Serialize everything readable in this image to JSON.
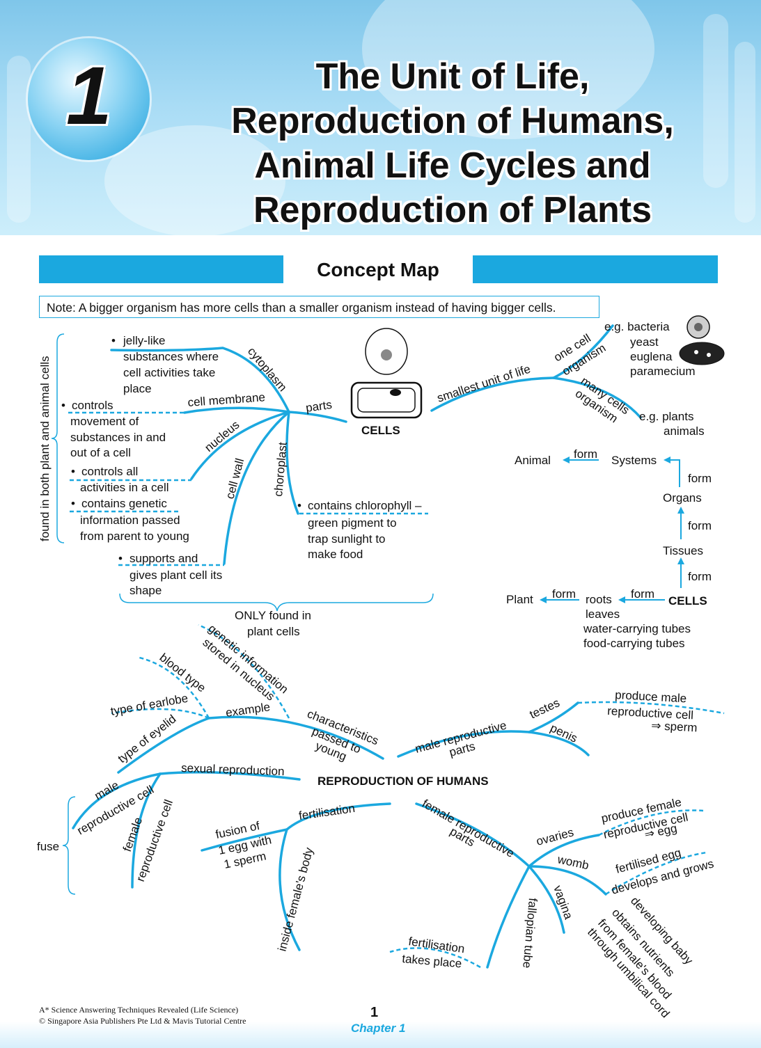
{
  "chapter": {
    "number": "1"
  },
  "title_lines": [
    "The Unit of Life,",
    "Reproduction of Humans,",
    "Animal Life Cycles and",
    "Reproduction of Plants"
  ],
  "section_title": "Concept Map",
  "note": "Note: A bigger organism has more cells than a smaller organism instead of having bigger cells.",
  "cells_map": {
    "center": "CELLS",
    "parts": "parts",
    "cytoplasm": "cytoplasm",
    "cytoplasm_desc": [
      "jelly-like",
      "substances where",
      "cell activities take",
      "place"
    ],
    "cell_membrane": "cell membrane",
    "cell_membrane_desc": [
      "controls",
      "movement of",
      "substances in and",
      "out of a cell"
    ],
    "nucleus": "nucleus",
    "nucleus_desc1": [
      "controls all",
      "activities in a cell"
    ],
    "nucleus_desc2": [
      "contains genetic",
      "information passed",
      "from parent to young"
    ],
    "cell_wall": "cell wall",
    "cell_wall_desc": [
      "supports and",
      "gives plant cell its",
      "shape"
    ],
    "chloroplast": "choroplast",
    "chloroplast_desc": [
      "contains chlorophyll –",
      "green pigment to",
      "trap sunlight to",
      "make food"
    ],
    "found_both": "found in both plant and animal cells",
    "only_plant": [
      "ONLY found in",
      "plant cells"
    ],
    "smallest_unit": "smallest unit of life",
    "one_cell": [
      "one cell",
      "organism"
    ],
    "one_cell_examples": [
      "e.g. bacteria",
      "yeast",
      "euglena",
      "paramecium"
    ],
    "many_cells": [
      "many cells",
      "organism"
    ],
    "many_cells_examples": [
      "e.g. plants",
      "animals"
    ]
  },
  "hierarchy": {
    "form": "form",
    "animal": "Animal",
    "systems": "Systems",
    "organs": "Organs",
    "tissues": "Tissues",
    "cells": "CELLS",
    "plant": "Plant",
    "plant_parts": [
      "roots",
      "leaves",
      "water-carrying tubes",
      "food-carrying tubes"
    ]
  },
  "human_map": {
    "center": "REPRODUCTION OF HUMANS",
    "characteristics": "characteristics",
    "passed": [
      "passed to",
      "young"
    ],
    "example": "example",
    "genetic": [
      "genetic information",
      "stored in nucleus"
    ],
    "blood_type": "blood type",
    "earlobe": "type of earlobe",
    "eyelid": "type of eyelid",
    "sexual": "sexual reproduction",
    "male_cell": [
      "male",
      "reproductive cell"
    ],
    "female_cell": [
      "female",
      "reproductive cell"
    ],
    "fuse": "fuse",
    "fertilisation": "fertilisation",
    "fusion": [
      "fusion of",
      "1 egg with",
      "1 sperm"
    ],
    "inside": "inside female's body",
    "male_parts": [
      "male reproductive",
      "parts"
    ],
    "testes": "testes",
    "penis": "penis",
    "produce_male": [
      "produce male",
      "reproductive cell",
      "⇒ sperm"
    ],
    "female_parts": [
      "female reproductive",
      "parts"
    ],
    "ovaries": "ovaries",
    "produce_female": [
      "produce female",
      "reproductive cell",
      "⇒ egg"
    ],
    "womb": "womb",
    "fertilised": [
      "fertilised egg",
      "develops and grows"
    ],
    "developing": [
      "developing baby",
      "obtains nutrients",
      "from female's blood",
      "through umbilical cord"
    ],
    "vagina": "vagina",
    "fallopian": "fallopian tube",
    "fert_takes": [
      "fertilisation",
      "takes place"
    ]
  },
  "footer": {
    "book": "A* Science Answering Techniques Revealed (Life Science)",
    "copyright": "© Singapore Asia Publishers Pte Ltd & Mavis Tutorial Centre",
    "page": "1",
    "chapter": "Chapter 1"
  },
  "colors": {
    "accent": "#1ba8df",
    "banner": "#a9dcf5"
  }
}
